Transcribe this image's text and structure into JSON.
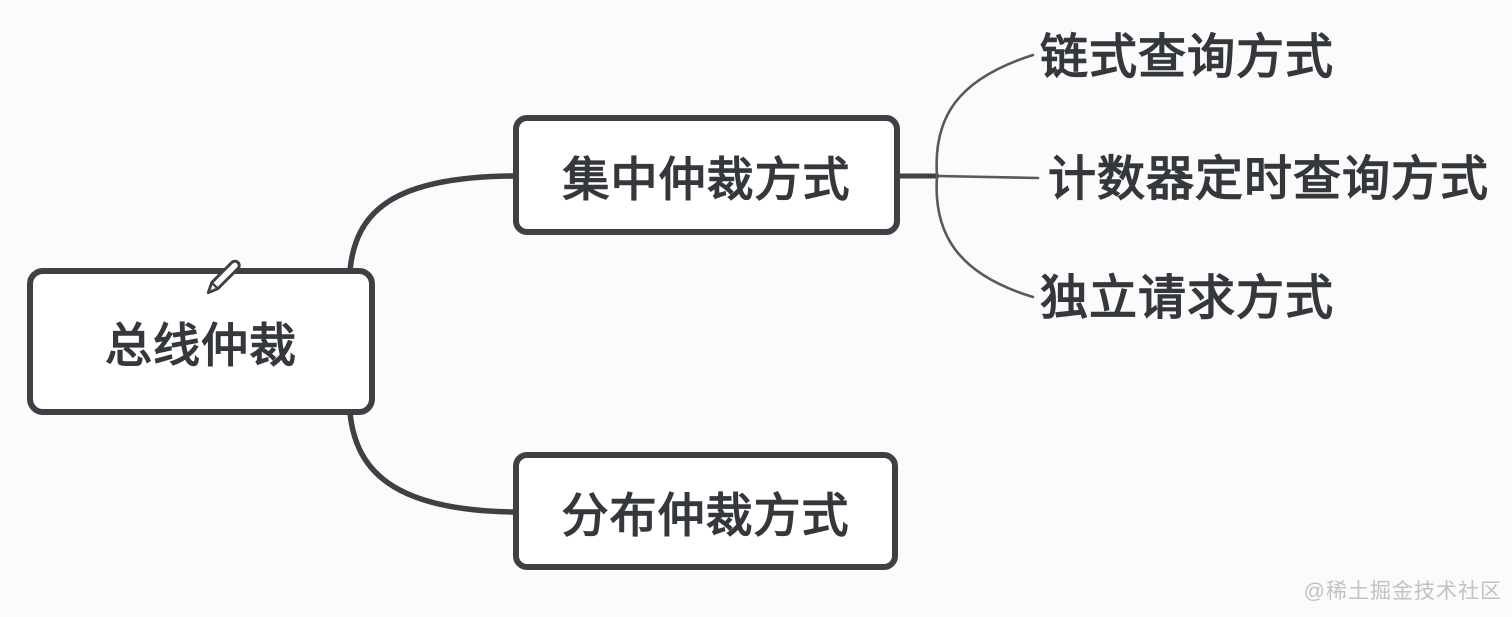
{
  "diagram": {
    "root": {
      "label": "总线仲裁"
    },
    "branches": [
      {
        "label": "集中仲裁方式",
        "children": [
          {
            "label": "链式查询方式"
          },
          {
            "label": "计数器定时查询方式"
          },
          {
            "label": "独立请求方式"
          }
        ]
      },
      {
        "label": "分布仲裁方式",
        "children": []
      }
    ]
  },
  "watermark": "@稀土掘金技术社区",
  "icons": [
    {
      "name": "pencil-icon",
      "meaning": "edit pencil shown on root node"
    }
  ],
  "colors": {
    "background": "#fbfbfb",
    "node_fill": "#ffffff",
    "node_border": "#3d4145",
    "thick_edge": "#3d4145",
    "thin_edge": "#56595e",
    "text": "#34373c",
    "watermark": "#c4c1be"
  }
}
